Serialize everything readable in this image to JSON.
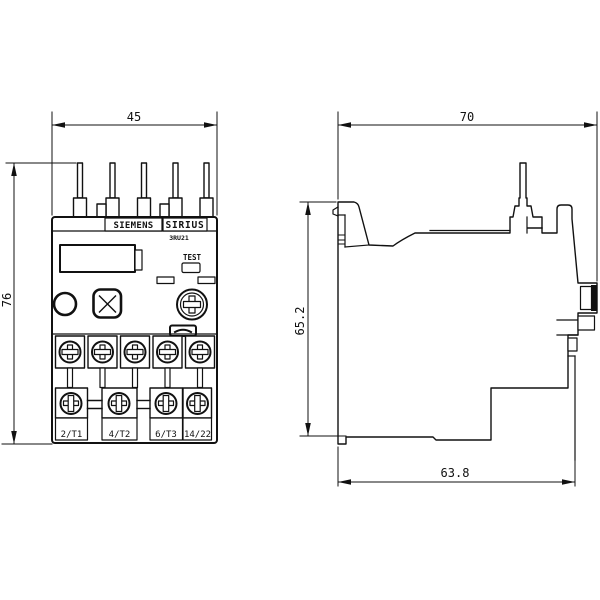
{
  "front_view": {
    "brand": "SIEMENS",
    "series": "SIRIUS",
    "model": "3RU21",
    "test_label": "TEST",
    "terminal_labels": [
      "2/T1",
      "4/T2",
      "6/T3",
      "14/22"
    ]
  },
  "dimensions": {
    "front_width": "45",
    "front_height": "76",
    "side_width": "70",
    "side_height": "65.2",
    "side_depth": "63.8"
  },
  "colors": {
    "line": "#111111",
    "background": "#ffffff"
  }
}
